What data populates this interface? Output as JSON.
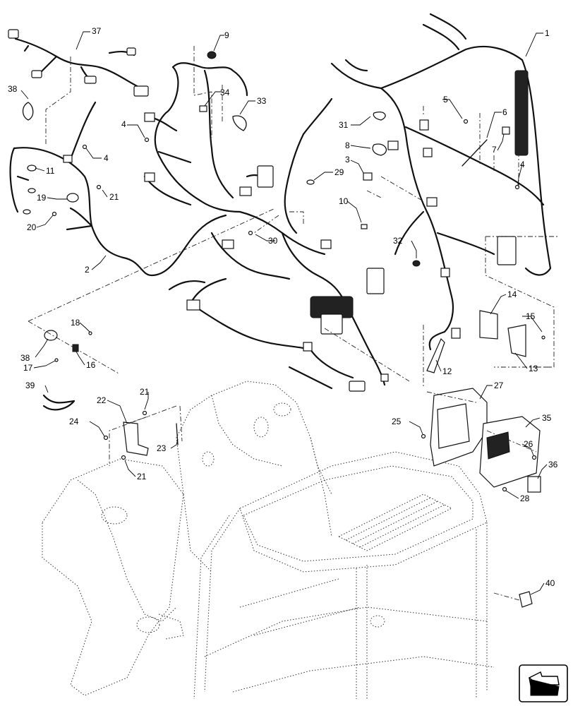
{
  "diagram": {
    "callouts": [
      "1",
      "2",
      "3",
      "4",
      "5",
      "6",
      "7",
      "8",
      "9",
      "10",
      "11",
      "12",
      "13",
      "14",
      "15",
      "16",
      "17",
      "18",
      "19",
      "20",
      "21",
      "22",
      "23",
      "24",
      "25",
      "26",
      "27",
      "28",
      "29",
      "30",
      "31",
      "32",
      "33",
      "34",
      "35",
      "36",
      "37",
      "38",
      "39",
      "40"
    ],
    "icons": [
      "nav-arrow-icon"
    ]
  }
}
